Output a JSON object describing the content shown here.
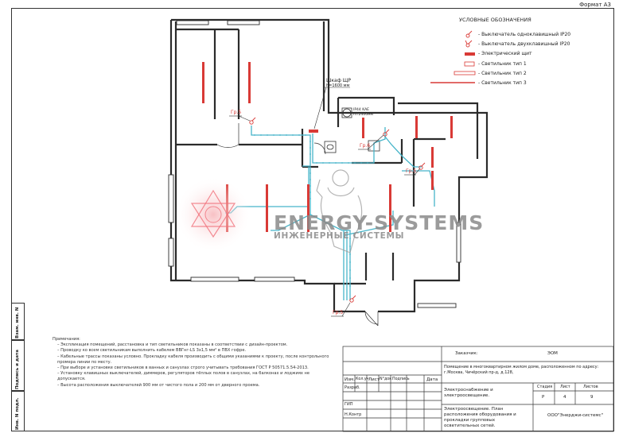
{
  "sheet": {
    "format": "Формат А3"
  },
  "legend": {
    "title": "УСЛОВНЫЕ ОБОЗНАЧЕНИЯ",
    "items": [
      {
        "label": "- Выключатель одноклавишный IP20"
      },
      {
        "label": "- Выключатель двухклавишный IP20"
      },
      {
        "label": "- Электрический щит"
      },
      {
        "label": "- Светильник тип 1"
      },
      {
        "label": "- Светильник тип 2"
      },
      {
        "label": "- Светильник тип 3"
      }
    ]
  },
  "plan": {
    "panel_label": "Шкаф ЩР",
    "panel_height": "h=1600 мм",
    "fan_label": "IP44 KAE",
    "fan_height": "h=2400мм",
    "groups": [
      "Гр.5",
      "Гр.6",
      "Гр.6",
      "Гр.5"
    ],
    "accent_color": "#d93a36",
    "cable_color": "#47b5c9"
  },
  "watermark": {
    "brand": "ENERGY-SYSTEMS",
    "tagline": "ИНЖЕНЕРНЫЕ СИСТЕМЫ"
  },
  "notes": {
    "title": "Примечания:",
    "lines": [
      "– Экспликация помещений, расстановка и тип светильников показаны в соответствии с дизайн-проектом.",
      "– Проводку ко всем светильникам выполнить кабелем ВВГнг-LS 3х1,5 мм² в ПВХ гофре.",
      "– Кабельные трассы показаны условно. Прокладку кабеля производить с общими указаниями к проекту, после контрольного промера линии по месту.",
      "– При выборе и установке светильников в ванных и санузлах строго учитывать требования ГОСТ Р 50571.5.54-2013.",
      "– Установку клавишных выключателей, диммеров, регуляторов тёплых полов в санузлах, на балконах и лоджиях не допускается.",
      "– Высота расположения выключателей 900 мм от чистого пола и 200 мм от дверного проема."
    ]
  },
  "side": {
    "inv_podl": "Инв. N подл.",
    "podp": "Подпись и дата",
    "vzam": "Взам. инв. N"
  },
  "stamp": {
    "customer_label": "Заказчик:",
    "customer_value": "ЭОМ",
    "address": "Помещение в многоквартирном жилом доме, расположенном по адресу: г.Москва, Чичёрский пр-д, д.128,",
    "headers": [
      "Изм.",
      "Кол.уч",
      "Лист",
      "N°док",
      "Подпись",
      "Дата"
    ],
    "row_razrab": "Разраб.",
    "row_gip": "ГИП",
    "row_nkontr": "Н.Контр",
    "title": "Электроснабжение и электроосвещение.",
    "stage_label": "Стадия",
    "sheet_label": "Лист",
    "sheets_label": "Листов",
    "stage_value": "Р",
    "sheet_value": "4",
    "sheets_value": "9",
    "sheet_name": "Электроосвещение. План расположения оборудования и прокладки групповых осветительных сетей.",
    "company": "ООО\"Энерджи-системс\""
  }
}
